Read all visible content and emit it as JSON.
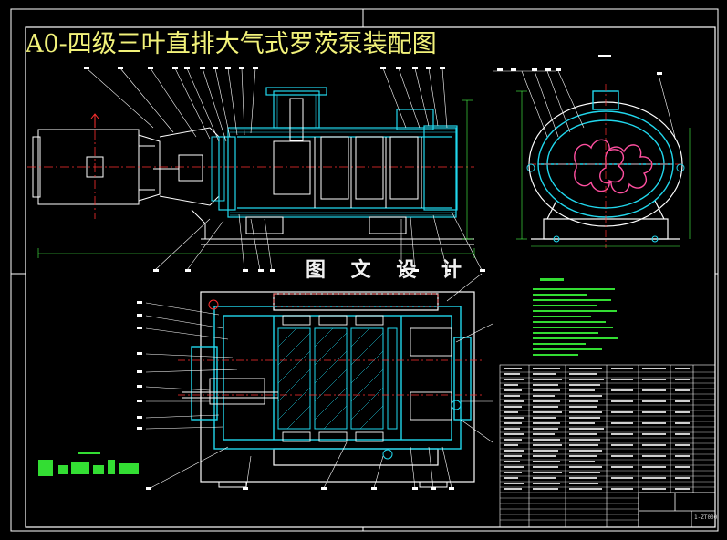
{
  "drawing": {
    "title": "A0-四级三叶直排大气式罗茨泵装配图",
    "watermark": "图 文 设 计",
    "sheet_code": "1-ZT000",
    "colors": {
      "background": "#000000",
      "frame": "#ffffff",
      "part": "#21d8ee",
      "outline": "#ffffff",
      "text_notes": "#33dd33",
      "title": "#f2f27a",
      "center_line": "#ff3030",
      "lobe_hatch": "#ff4fa0",
      "dimension": "#4cff4c"
    },
    "views": [
      {
        "name": "front-elevation",
        "description": "motor + pump side view"
      },
      {
        "name": "section-a-a",
        "description": "end view with three-lobe rotors"
      },
      {
        "name": "plan-section",
        "description": "horizontal cut through rotors"
      }
    ],
    "annotation_blocks": [
      "technical-requirements",
      "pump-specifications",
      "parts-list",
      "title-block"
    ]
  }
}
